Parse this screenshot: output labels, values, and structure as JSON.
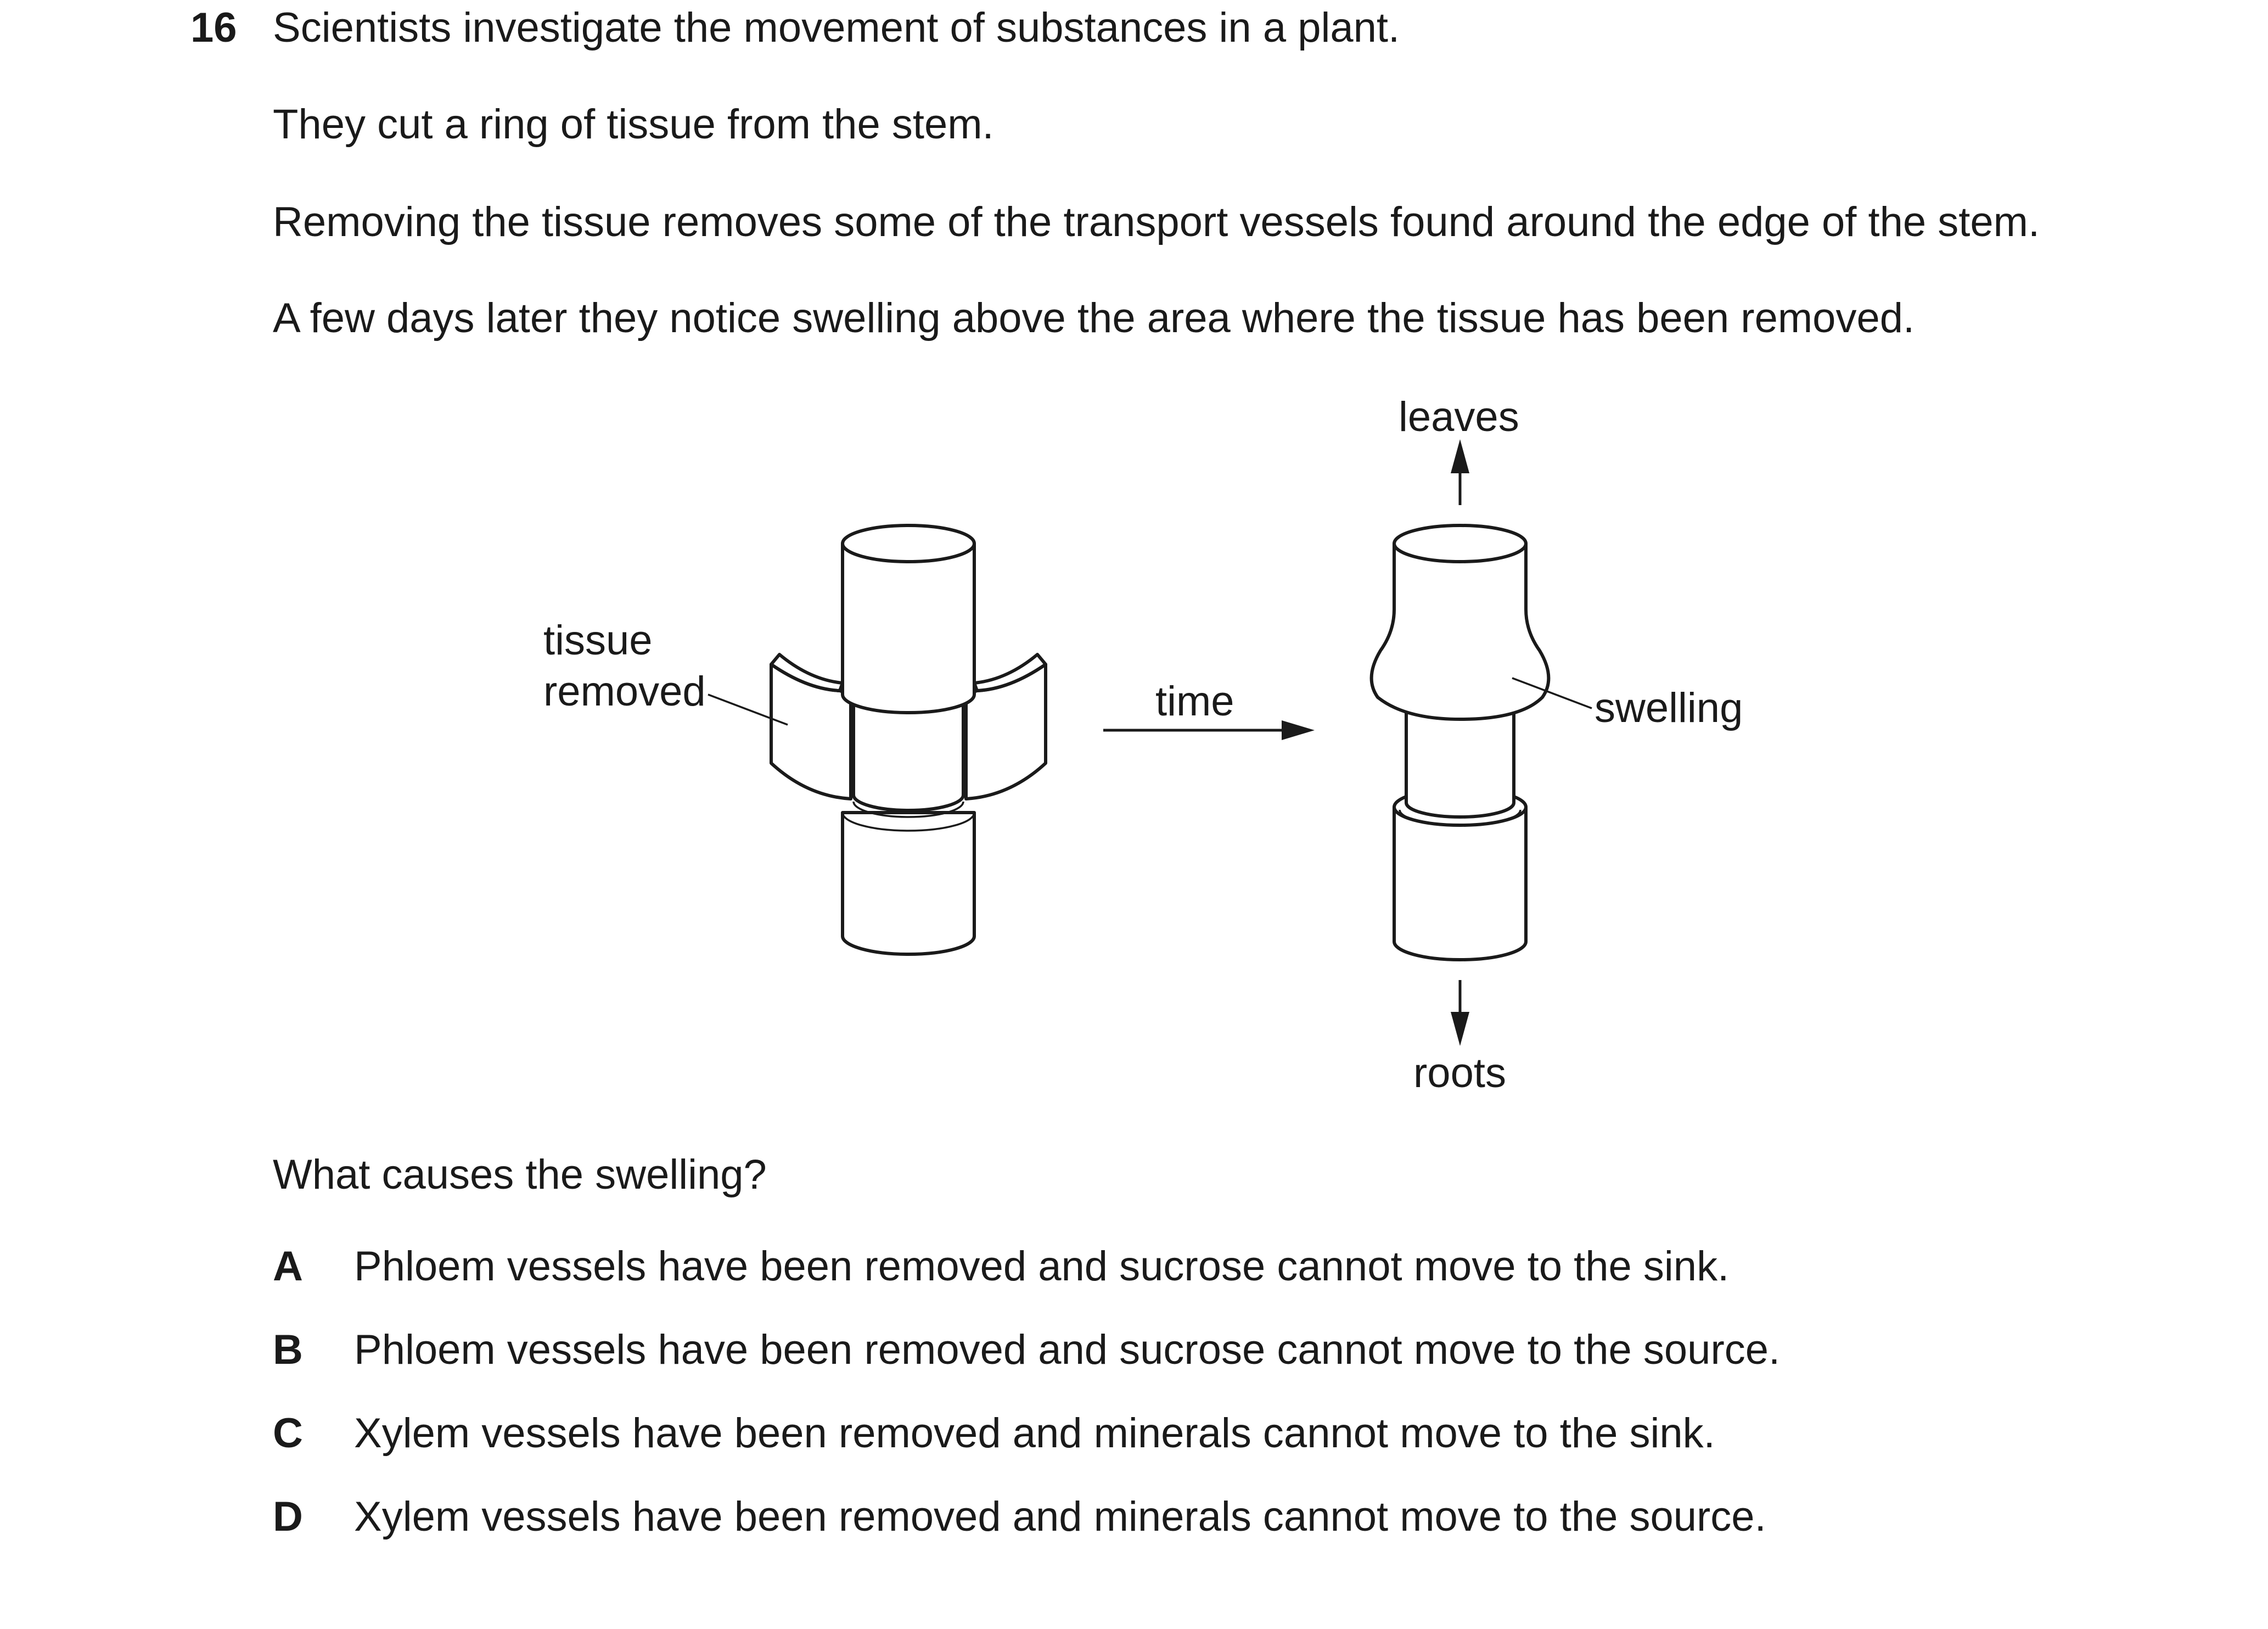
{
  "question": {
    "number": "16",
    "lines": [
      "Scientists investigate the movement of substances in a plant.",
      "They cut a ring of tissue from the stem.",
      "Removing the tissue removes some of the transport vessels found around the edge of the stem.",
      "A few days later they notice swelling above the area where the tissue has been removed."
    ],
    "prompt": "What causes the swelling?"
  },
  "diagram": {
    "labels": {
      "tissue_line1": "tissue",
      "tissue_line2": "removed",
      "time": "time",
      "leaves": "leaves",
      "roots": "roots",
      "swelling": "swelling"
    }
  },
  "options": [
    {
      "letter": "A",
      "text": "Phloem vessels have been removed and sucrose cannot move to the sink."
    },
    {
      "letter": "B",
      "text": "Phloem vessels have been removed and sucrose cannot move to the source."
    },
    {
      "letter": "C",
      "text": "Xylem vessels have been removed and minerals cannot move to the sink."
    },
    {
      "letter": "D",
      "text": "Xylem vessels have been removed and minerals cannot move to the source."
    }
  ]
}
